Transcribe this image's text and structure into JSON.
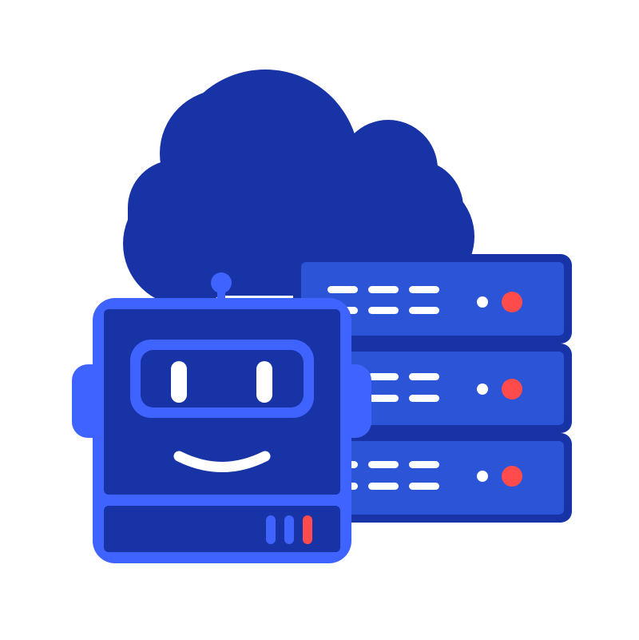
{
  "illustration": {
    "subject": "robot-cloud-server",
    "icons": [
      "cloud-icon",
      "server-rack-icon",
      "robot-icon"
    ],
    "colors": {
      "background": "#ffffff",
      "cloud": "#1733a5",
      "server_outline": "#1733a5",
      "server_body": "#2c54d6",
      "robot_outline": "#3f63ff",
      "robot_body": "#1733a5",
      "detail_white": "#ffffff",
      "indicator_red": "#ff4b4b"
    },
    "server_unit_count": 3,
    "robot_status_bars": [
      "blue",
      "blue",
      "red"
    ]
  }
}
